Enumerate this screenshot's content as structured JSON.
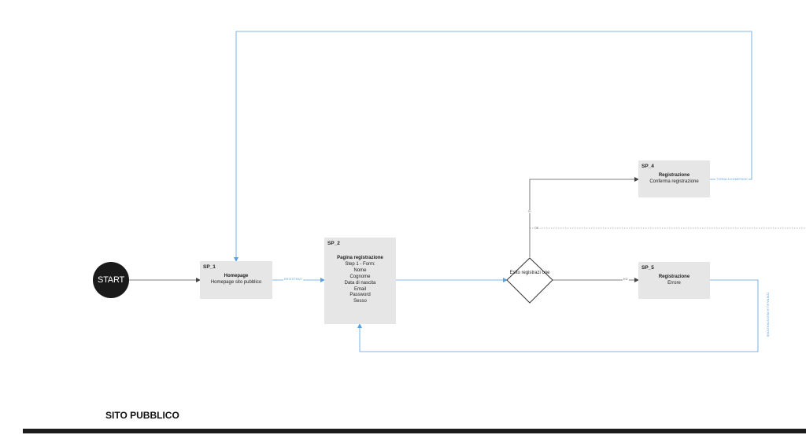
{
  "start": {
    "label": "START"
  },
  "nodes": {
    "sp1": {
      "id": "SP_1",
      "title": "Homepage",
      "lines": [
        "Homepage sito pubblico"
      ]
    },
    "sp2": {
      "id": "SP_2",
      "title": "Pagina registrazione",
      "lines": [
        "Step 1 - Form:",
        "Nome",
        "Cognome",
        "Data di nascita",
        "Email",
        "Password",
        "Sesso"
      ]
    },
    "sp4": {
      "id": "SP_4",
      "title": "Registrazione",
      "lines": [
        "Conferma registrazione"
      ]
    },
    "sp5": {
      "id": "SP_5",
      "title": "Registrazione",
      "lines": [
        "Errore"
      ]
    }
  },
  "decision": {
    "label": "Esito registrazi one"
  },
  "edge_labels": {
    "registrati": "REGISTRATI",
    "si": "SI",
    "ok": "OK",
    "ko": "KO",
    "torna_homepage": "TORNA A HOMEPAGE",
    "torna_registrazione": "TORNA ALLA REGISTRAZIONE"
  },
  "colors": {
    "connector_blue": "#5aa0e0",
    "connector_dark": "#555555",
    "node_fill": "#e6e6e6",
    "start_fill": "#1a1a1a"
  },
  "footer": {
    "section_title": "SITO PUBBLICO"
  }
}
